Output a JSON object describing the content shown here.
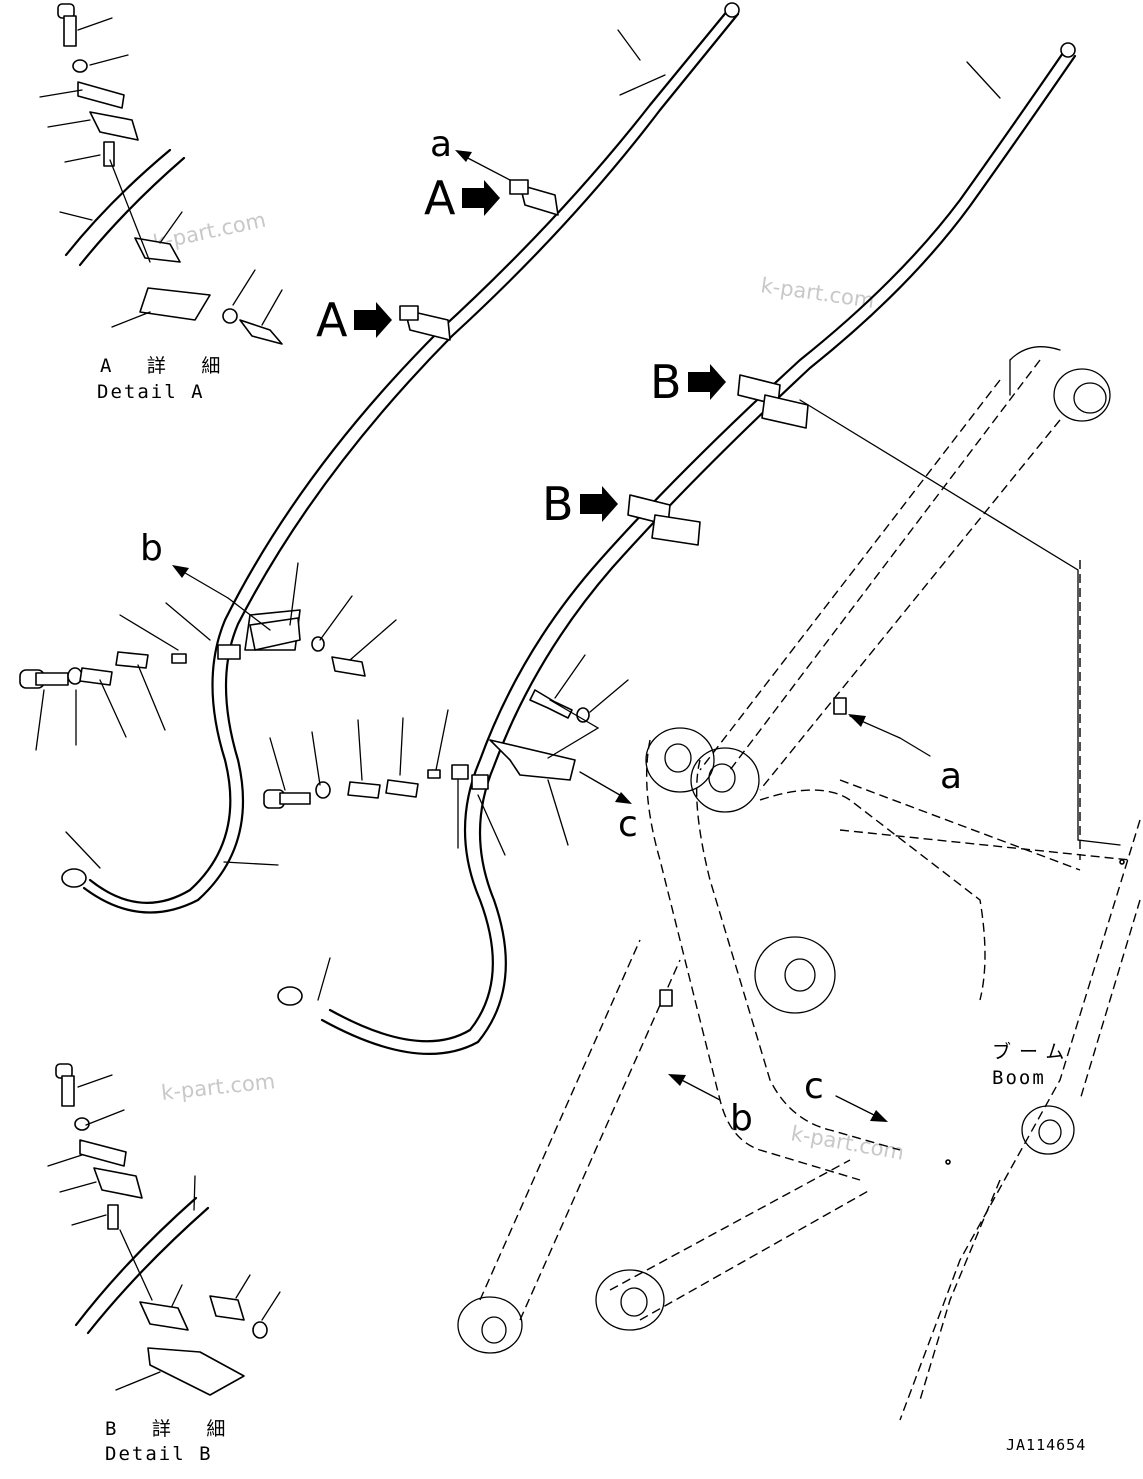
{
  "labels": {
    "detail_marker_a": "A",
    "detail_marker_b": "B",
    "pointer_a": "a",
    "pointer_b": "b",
    "pointer_c": "c",
    "detail_a_jp": "A 詳 細",
    "detail_a_en": "Detail A",
    "detail_b_jp": "B 詳 細",
    "detail_b_en": "Detail B",
    "boom_jp": "ブーム",
    "boom_en": "Boom",
    "drawing_id": "JA114654"
  },
  "watermark": "k-part.com",
  "colors": {
    "line": "#000000",
    "watermark": "#c8c8c8",
    "background": "#ffffff"
  }
}
